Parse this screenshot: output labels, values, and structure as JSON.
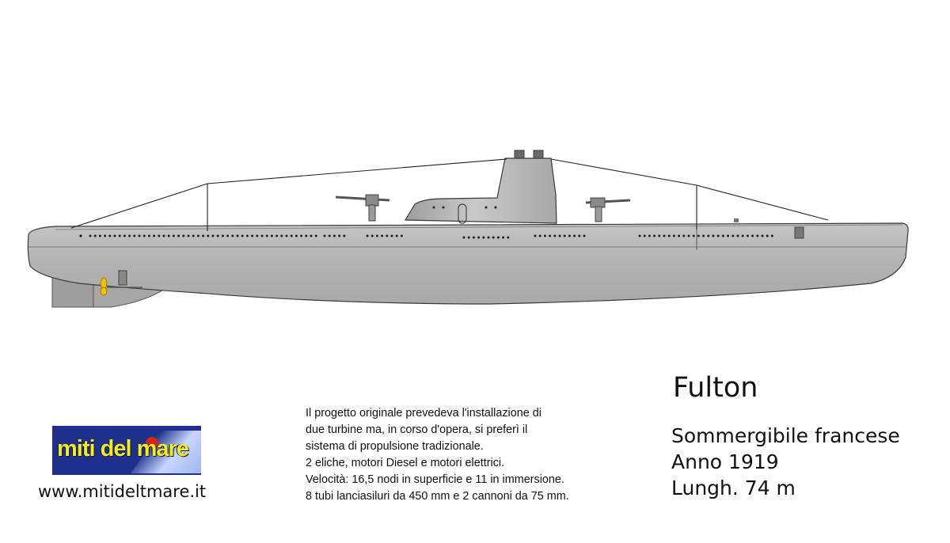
{
  "vessel": {
    "name": "Fulton",
    "type": "Sommergibile francese",
    "year": "Anno 1919",
    "length": "Lungh. 74 m"
  },
  "description": [
    "Il progetto originale prevedeva l'installazione di",
    "due turbine ma, in corso d'opera, si preferì il",
    "sistema di propulsione tradizionale.",
    "2 eliche, motori Diesel e motori elettrici.",
    "Velocità: 16,5 nodi in superficie e 11 in immersione.",
    "8 tubi lanciasiluri da 450 mm e 2 cannoni da 75 mm."
  ],
  "logo": {
    "text": "miti del mare"
  },
  "website": "www.mitideltmare.it",
  "colors": {
    "hull": "#b4b4b4",
    "hull_dark": "#9a9a9a",
    "deck_gun": "#6e6e6e",
    "propeller": "#f2c200",
    "logo_bg": "#1e2f8c",
    "logo_text": "#f2ee1c"
  }
}
